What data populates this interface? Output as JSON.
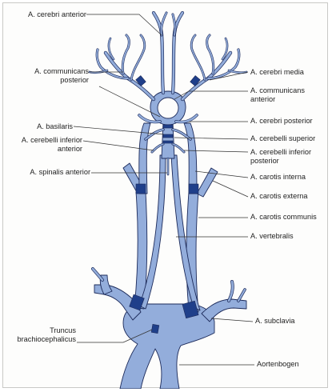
{
  "labels": {
    "cerebri_anterior": "A. cerebri anterior",
    "communicans_posterior_1": "A. communicans",
    "communicans_posterior_2": "posterior",
    "basilaris": "A. basilaris",
    "cerebelli_inferior_anterior_1": "A. cerebelli inferior",
    "cerebelli_inferior_anterior_2": "anterior",
    "spinalis_anterior": "A. spinalis anterior",
    "truncus_1": "Truncus",
    "truncus_2": "brachiocephalicus",
    "cerebri_media": "A. cerebri media",
    "communicans_anterior_1": "A. communicans",
    "communicans_anterior_2": "anterior",
    "cerebri_posterior": "A. cerebri posterior",
    "cerebelli_superior": "A. cerebelli superior",
    "cerebelli_inferior_posterior_1": "A. cerebelli inferior",
    "cerebelli_inferior_posterior_2": "posterior",
    "carotis_interna": "A. carotis interna",
    "carotis_externa": "A. carotis externa",
    "carotis_communis": "A. carotis communis",
    "vertebralis": "A. vertebralis",
    "subclavia": "A. subclavia",
    "aortenbogen": "Aortenbogen"
  },
  "colors": {
    "vessel": "#93addb",
    "vessel_outline": "#1c2a5a",
    "vessel_dark": "#1f3f8a",
    "leader": "#333333"
  }
}
